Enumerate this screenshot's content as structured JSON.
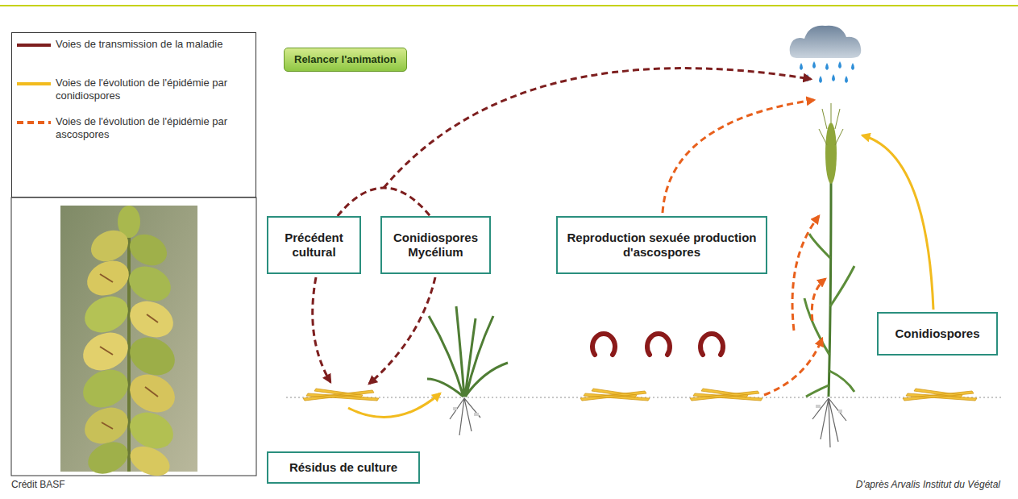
{
  "diagram": {
    "nodes": [
      {
        "text": [
          "Relancer l'animation"
        ]
      },
      {
        "text": [
          "Précédent cultural"
        ]
      },
      {
        "text": [
          "Conidiospores Mycélium"
        ]
      },
      {
        "text": [
          "Reproduction sexuée production d'ascospores"
        ]
      },
      {
        "text": [
          "Conidiospores"
        ]
      },
      {
        "text": [
          "Résidus de culture"
        ]
      }
    ],
    "edges": [
      {
        "from": 1,
        "to": 2,
        "arrow": "none"
      }
    ],
    "labels": [
      "Crédit BASF",
      "D'après Arvalis Institut du Végétal"
    ],
    "legend": [
      {
        "text": "Voies de transmission de la maladie"
      },
      {
        "text": "Voies de l'évolution de l'épidémie par conidiospores"
      },
      {
        "text": "Voies de l'évolution de l'épidémie par ascospores"
      }
    ]
  }
}
